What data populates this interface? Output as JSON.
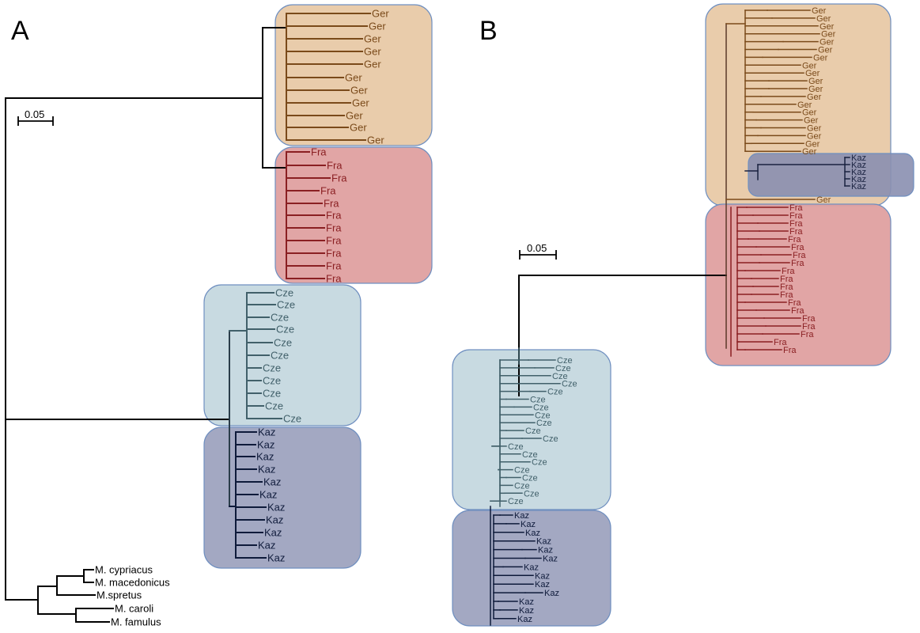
{
  "panels": {
    "a": {
      "letter": "A",
      "scale_label": "0.05",
      "clades": {
        "ger": {
          "leaf_label": "Ger",
          "leaf_count": 11,
          "color": "#7a4a1a",
          "box_color": "#e8c9a6"
        },
        "fra": {
          "leaf_label": "Fra",
          "leaf_count": 11,
          "color": "#8a1f22",
          "box_color": "#dfa0a0"
        },
        "cze": {
          "leaf_label": "Cze",
          "leaf_count": 11,
          "color": "#41606a",
          "box_color": "#c5d8df"
        },
        "kaz": {
          "leaf_label": "Kaz",
          "leaf_count": 11,
          "color": "#0e1a3a",
          "box_color": "#9ea3bf"
        }
      },
      "outgroups": [
        "M. cypriacus",
        "M. macedonicus",
        "M.spretus",
        "M. caroli",
        "M. famulus"
      ]
    },
    "b": {
      "letter": "B",
      "scale_label": "0.05",
      "clades": {
        "ger": {
          "leaf_label": "Ger",
          "leaf_count": 19,
          "color": "#7a4a1a",
          "box_color": "#e8c9a6"
        },
        "kaz_inset": {
          "leaf_label": "Kaz",
          "leaf_count": 5,
          "color": "#1a2240",
          "box_color": "#8a8fb0"
        },
        "ger_tail": {
          "leaf_label": "Ger",
          "leaf_count": 1,
          "color": "#7a4a1a"
        },
        "fra": {
          "leaf_label": "Fra",
          "leaf_count": 19,
          "color": "#8a1f22",
          "box_color": "#dfa0a0"
        },
        "cze": {
          "leaf_label": "Cze",
          "leaf_count": 19,
          "color": "#41606a",
          "box_color": "#c5d8df"
        },
        "kaz": {
          "leaf_label": "Kaz",
          "leaf_count": 13,
          "color": "#0e1a3a",
          "box_color": "#9ea3bf"
        }
      }
    }
  }
}
